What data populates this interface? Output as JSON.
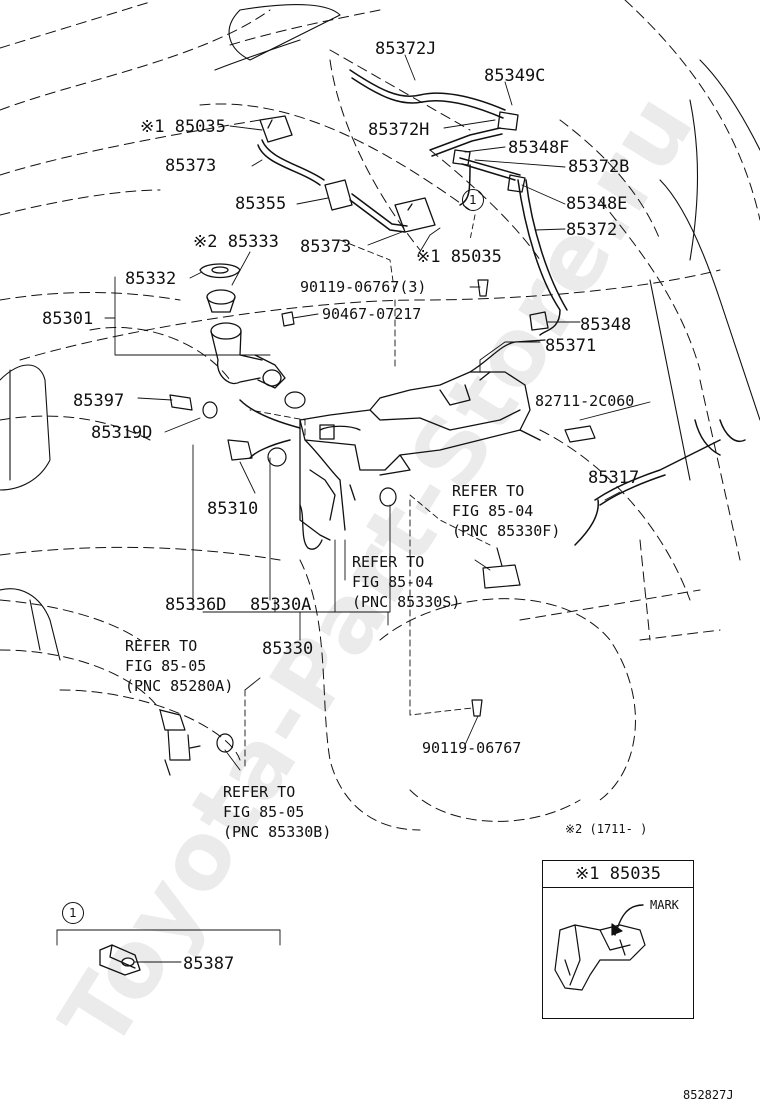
{
  "watermark": "Toyota-Part-Store.ru",
  "diagram_code": "852827J",
  "note": "※2 (1711-   )",
  "marker": "1",
  "inset": {
    "title": "※1 85035",
    "mark_label": "MARK"
  },
  "labels": {
    "p85372J": "85372J",
    "p85349C": "85349C",
    "p85035_top": "※1 85035",
    "p85372H": "85372H",
    "p85348F": "85348F",
    "p85373_a": "85373",
    "p85372B": "85372B",
    "p85355": "85355",
    "p85348E": "85348E",
    "p85333": "※2 85333",
    "p85373_b": "85373",
    "p85372": "85372",
    "p85035_mid": "※1 85035",
    "p85332": "85332",
    "p90119_3": "90119-06767(3)",
    "p85301": "85301",
    "p90467": "90467-07217",
    "p85348": "85348",
    "p85371": "85371",
    "p85397": "85397",
    "p82711": "82711-2C060",
    "p85319D": "85319D",
    "p85317": "85317",
    "p85310": "85310",
    "p85336D": "85336D",
    "p85330A": "85330A",
    "p85330": "85330",
    "p90119": "90119-06767",
    "p85387": "85387"
  },
  "refers": {
    "r1": "REFER TO\nFIG 85-04\n(PNC 85330F)",
    "r2": "REFER TO\nFIG 85-04\n(PNC 85330S)",
    "r3": "REFER TO\nFIG 85-05\n(PNC 85280A)",
    "r4": "REFER TO\nFIG 85-05\n(PNC 85330B)"
  }
}
